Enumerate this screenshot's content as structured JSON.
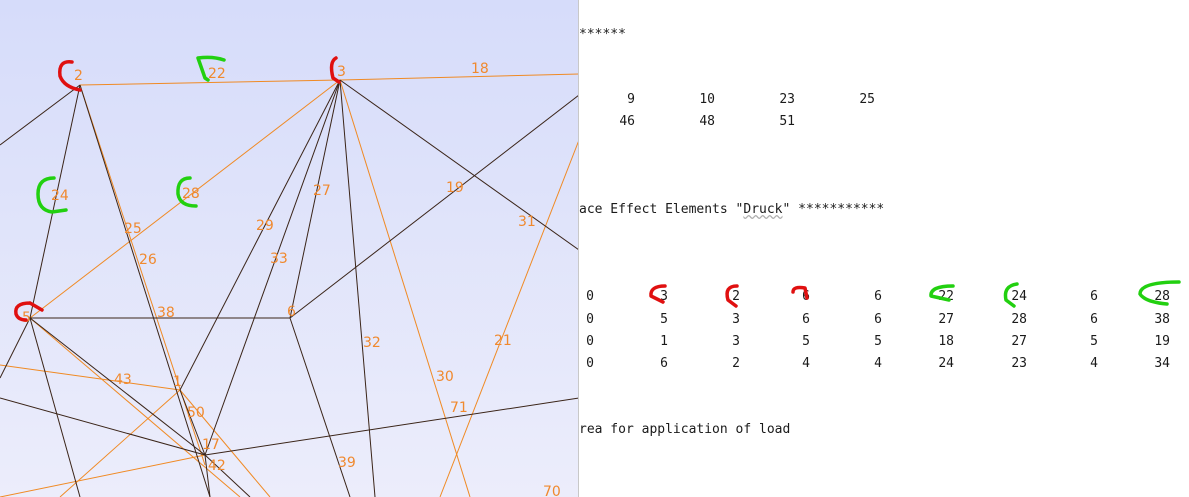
{
  "viewport": {
    "node_labels": [
      "2",
      "22",
      "3",
      "18",
      "24",
      "28",
      "27",
      "19",
      "31",
      "25",
      "29",
      "26",
      "33",
      "6",
      "38",
      "5",
      "32",
      "21",
      "43",
      "1",
      "30",
      "50",
      "71",
      "17",
      "42",
      "39",
      "70"
    ],
    "colors": {
      "background_top": "#d6dcfa",
      "background_bottom": "#ecedfb",
      "edge_dark": "#3a2418",
      "edge_orange": "#f08a24",
      "label": "#f0892e",
      "mark_red": "#e01010",
      "mark_green": "#22d010"
    }
  },
  "editor": {
    "header_line": "******",
    "row1": [
      "9",
      "10",
      "23",
      "25"
    ],
    "row2": [
      "46",
      "48",
      "51"
    ],
    "section_title_prefix": "ace Effect Elements \"",
    "section_title_word": "Druck",
    "section_title_suffix": "\" ***********",
    "table": [
      [
        "0",
        "3",
        "2",
        "6",
        "6",
        "22",
        "24",
        "6",
        "28"
      ],
      [
        "0",
        "5",
        "3",
        "6",
        "6",
        "27",
        "28",
        "6",
        "38"
      ],
      [
        "0",
        "1",
        "3",
        "5",
        "5",
        "18",
        "27",
        "5",
        "19"
      ],
      [
        "0",
        "6",
        "2",
        "4",
        "4",
        "24",
        "23",
        "4",
        "34"
      ]
    ],
    "footer_line": "rea for application of load"
  }
}
